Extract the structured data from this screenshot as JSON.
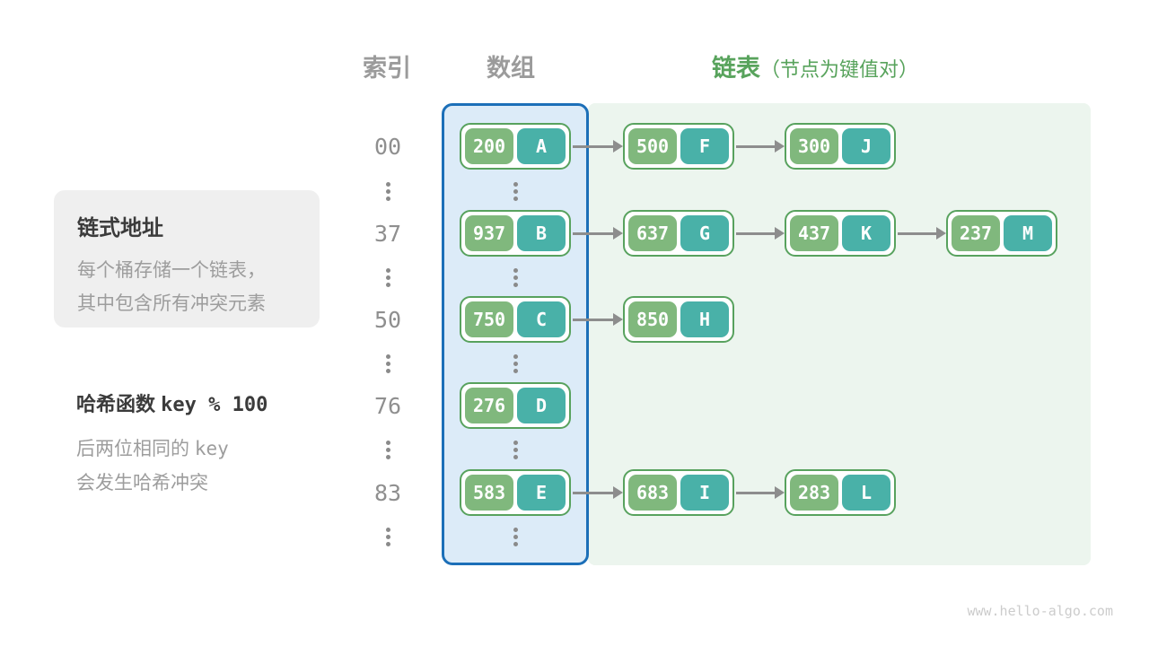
{
  "header": {
    "index": "索引",
    "array": "数组",
    "list": "链表",
    "list_note": "（节点为键值对）"
  },
  "info_box": {
    "title": "链式地址",
    "line1": "每个桶存储一个链表，",
    "line2": "其中包含所有冲突元素"
  },
  "hash_note": {
    "title_text": "哈希函数",
    "title_code": "key % 100",
    "line1_text": "后两位相同的",
    "line1_code": "key",
    "line2": "会发生哈希冲突"
  },
  "rows": [
    {
      "index": "00",
      "bucket": {
        "key": "200",
        "value": "A"
      },
      "chain": [
        {
          "key": "500",
          "value": "F"
        },
        {
          "key": "300",
          "value": "J"
        }
      ]
    },
    {
      "index": "37",
      "bucket": {
        "key": "937",
        "value": "B"
      },
      "chain": [
        {
          "key": "637",
          "value": "G"
        },
        {
          "key": "437",
          "value": "K"
        },
        {
          "key": "237",
          "value": "M"
        }
      ]
    },
    {
      "index": "50",
      "bucket": {
        "key": "750",
        "value": "C"
      },
      "chain": [
        {
          "key": "850",
          "value": "H"
        }
      ]
    },
    {
      "index": "76",
      "bucket": {
        "key": "276",
        "value": "D"
      },
      "chain": []
    },
    {
      "index": "83",
      "bucket": {
        "key": "583",
        "value": "E"
      },
      "chain": [
        {
          "key": "683",
          "value": "I"
        },
        {
          "key": "283",
          "value": "L"
        }
      ]
    }
  ],
  "watermark": "www.hello-algo.com",
  "colors": {
    "accent_green": "#58a35c",
    "node_border": "#58a25e",
    "key_fill": "#80b87d",
    "value_fill": "#49b1a8",
    "array_fill": "#dcebf8",
    "array_border": "#1c6fb8",
    "list_fill": "#ecf5ee",
    "arrow_gray": "#8d8d8d"
  }
}
